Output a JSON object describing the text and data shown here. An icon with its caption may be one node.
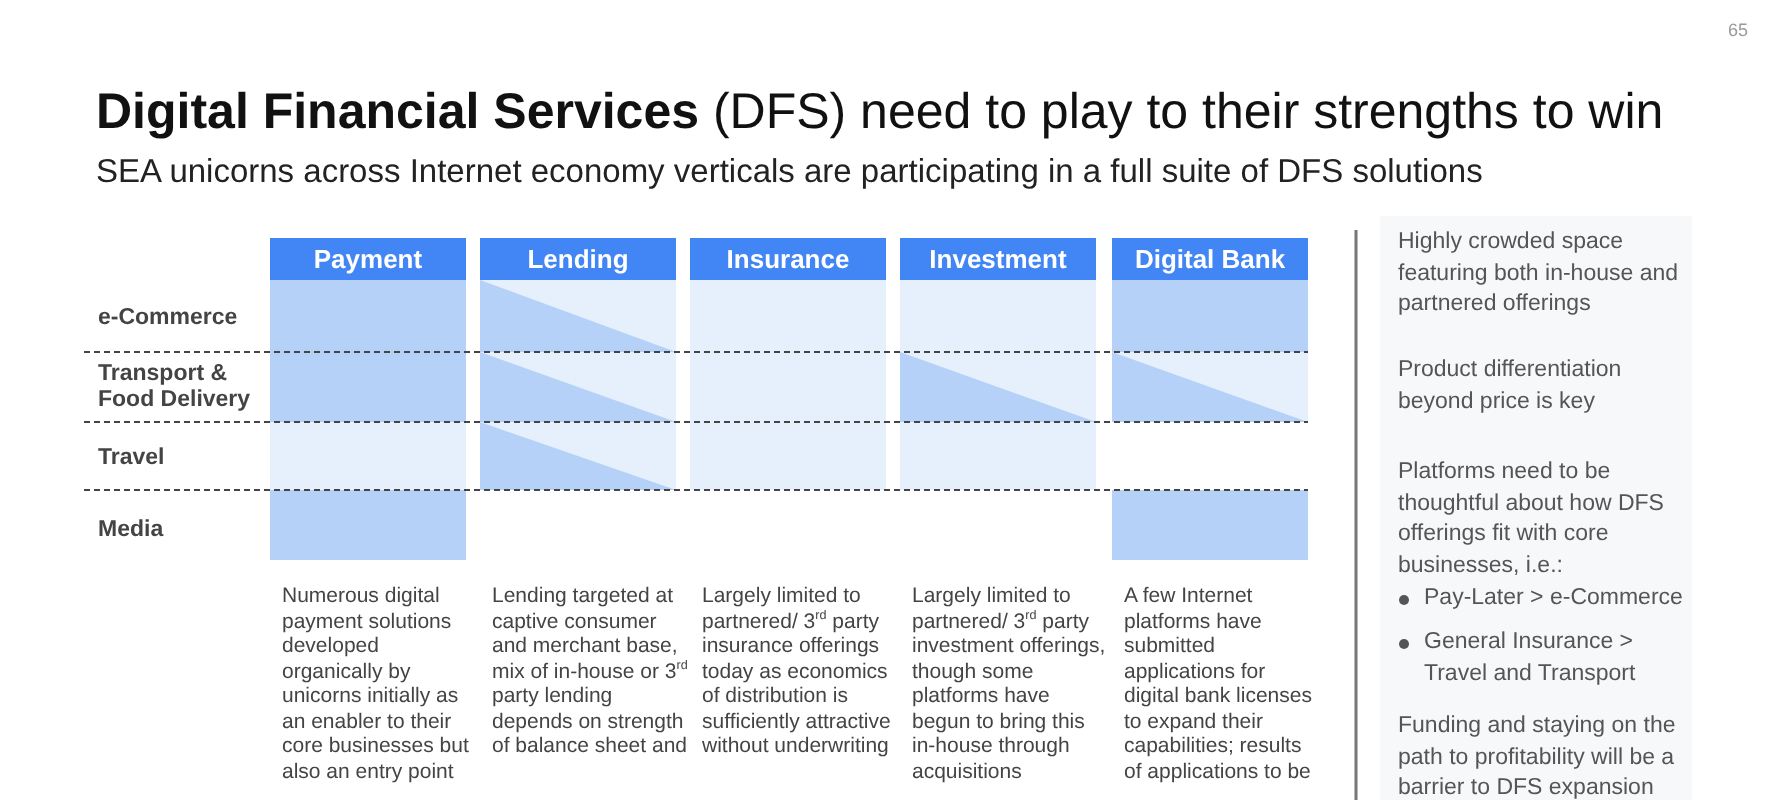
{
  "diagram": {
    "title": "**Digital Financial Services** (DFS) need to play to their strengths to win",
    "nodes": [
      {
        "text": [
          "Payment"
        ]
      },
      {
        "text": [
          "Lending"
        ]
      },
      {
        "text": [
          "Insurance"
        ]
      },
      {
        "text": [
          "Investment"
        ]
      },
      {
        "text": [
          "Digital Bank"
        ]
      },
      {
        "text": [
          "Highly crowded space featuring both in-house and partnered offerings",
          "Product differentiation beyond price is key",
          "Platforms need to be thoughtful about how DFS offerings fit with core businesses, i.e.:",
          "Pay-Later > e-Commerce",
          "General Insurance > Travel and Transport",
          "Funding and staying on the path to profitability will be a barrier to DFS expansion"
        ]
      }
    ],
    "edges": [],
    "labels": [
      "65",
      "SEA unicorns across Internet economy verticals are participating in a full suite of DFS solutions",
      "e-Commerce",
      "Transport & Food Delivery",
      "Travel",
      "Media",
      "Numerous digital payment solutions developed organically by unicorns initially as an enabler to their core businesses but also an entry point",
      "Lending targeted at captive consumer and merchant base, mix of in-house or 3$^{rd}$ party lending depends on strength of balance sheet and",
      "Largely limited to partnered/ 3$^{rd}$ party insurance offerings today as economics of distribution is sufficiently attractive without underwriting",
      "Largely limited to partnered/ 3$^{rd}$ party investment offerings, though some platforms have begun to bring this in-house through acquisitions",
      "A few Internet platforms have submitted applications for digital bank licenses to expand their capabilities; results of applications to be"
    ]
  }
}
